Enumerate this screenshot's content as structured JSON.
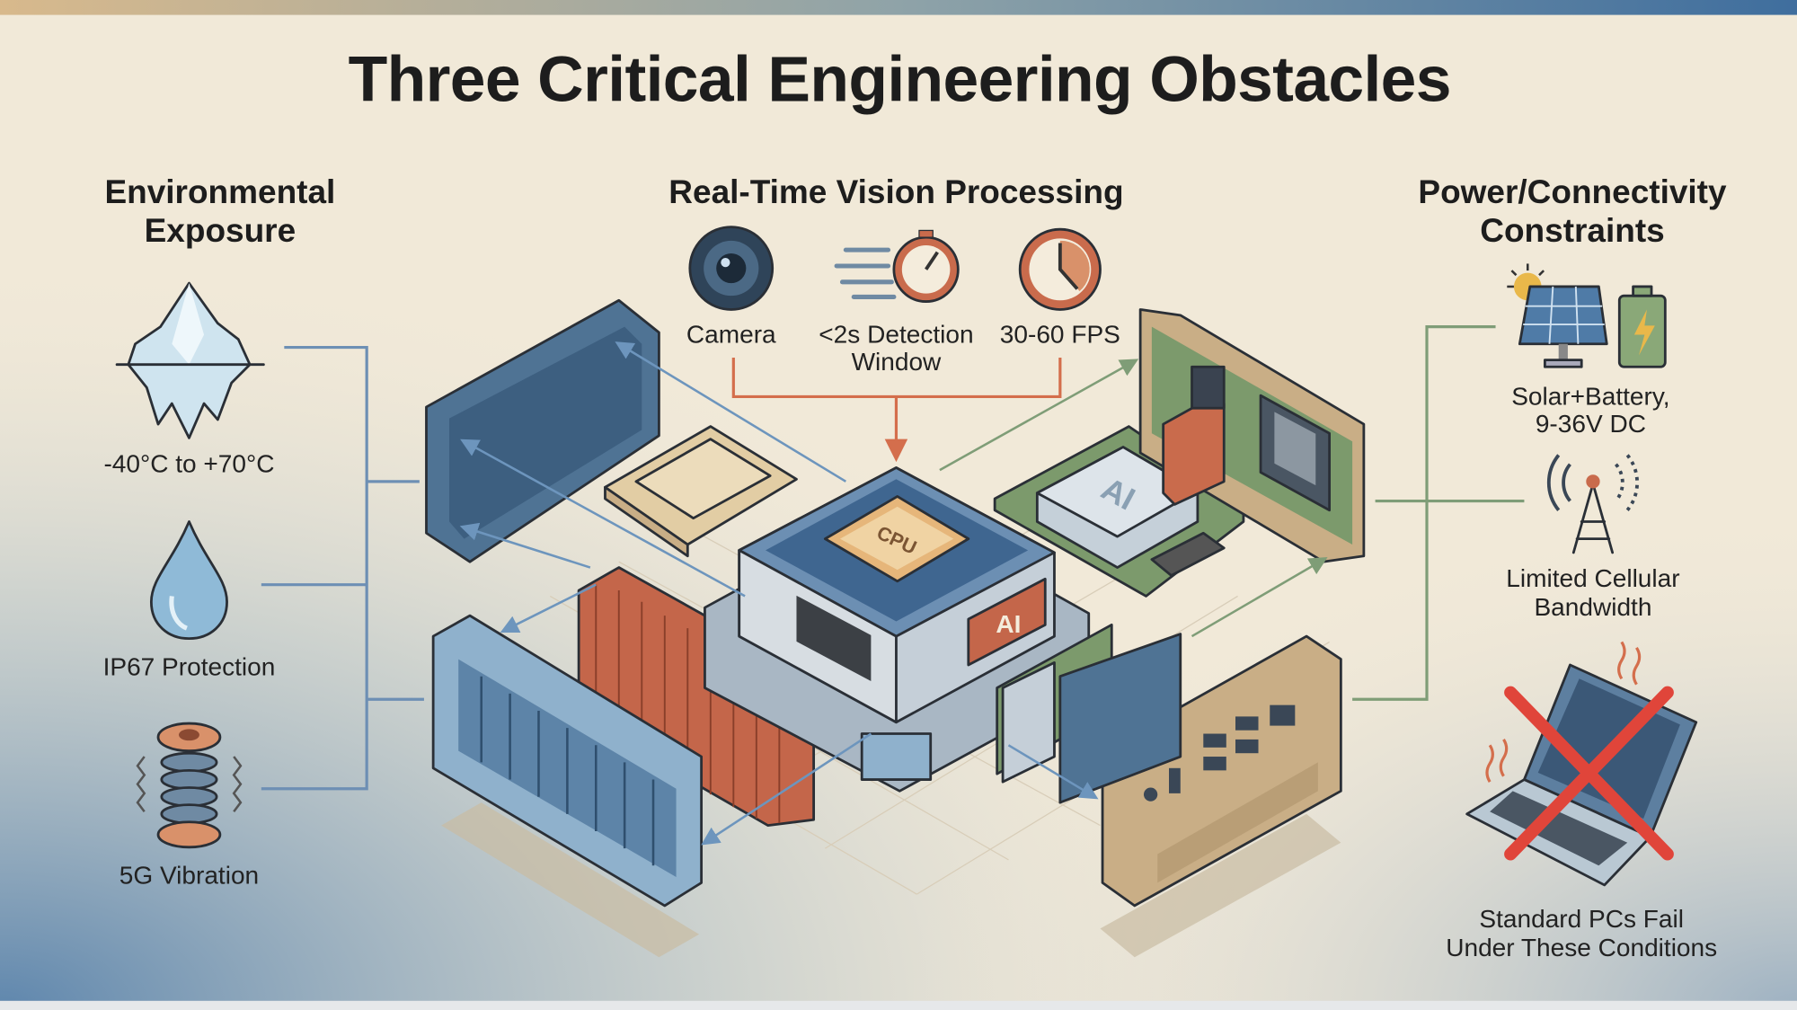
{
  "title": "Three Critical Engineering Obstacles",
  "columns": {
    "environmental": {
      "heading_line1": "Environmental",
      "heading_line2": "Exposure",
      "items": [
        {
          "icon": "iceberg-icon",
          "label": "-40°C to +70°C"
        },
        {
          "icon": "water-drop-icon",
          "label": "IP67 Protection"
        },
        {
          "icon": "vibration-spring-icon",
          "label": "5G Vibration"
        }
      ]
    },
    "vision": {
      "heading": "Real-Time Vision Processing",
      "items": [
        {
          "icon": "camera-icon",
          "label_line1": "Camera"
        },
        {
          "icon": "stopwatch-icon",
          "label_line1": "<2s Detection",
          "label_line2": "Window"
        },
        {
          "icon": "clock-icon",
          "label_line1": "30-60 FPS"
        }
      ]
    },
    "power": {
      "heading_line1": "Power/Connectivity",
      "heading_line2": "Constraints",
      "items": [
        {
          "icon": "solar-battery-icon",
          "label_line1": "Solar+Battery,",
          "label_line2": "9-36V DC"
        },
        {
          "icon": "cell-tower-icon",
          "label_line1": "Limited Cellular",
          "label_line2": "Bandwidth"
        },
        {
          "icon": "crossed-laptop-icon",
          "label_line1": "Standard PCs Fail",
          "label_line2": "Under These Conditions"
        }
      ]
    }
  },
  "diagram": {
    "cpu_label": "CPU",
    "ai_label": "AI",
    "ai_module_label": "AI"
  },
  "colors": {
    "background": "#f1e9d8",
    "steel_blue": "#4f7394",
    "copper": "#c4664a",
    "pcb_green": "#7c9a6c",
    "tan": "#c9ae86",
    "cross_red": "#e0453a"
  }
}
